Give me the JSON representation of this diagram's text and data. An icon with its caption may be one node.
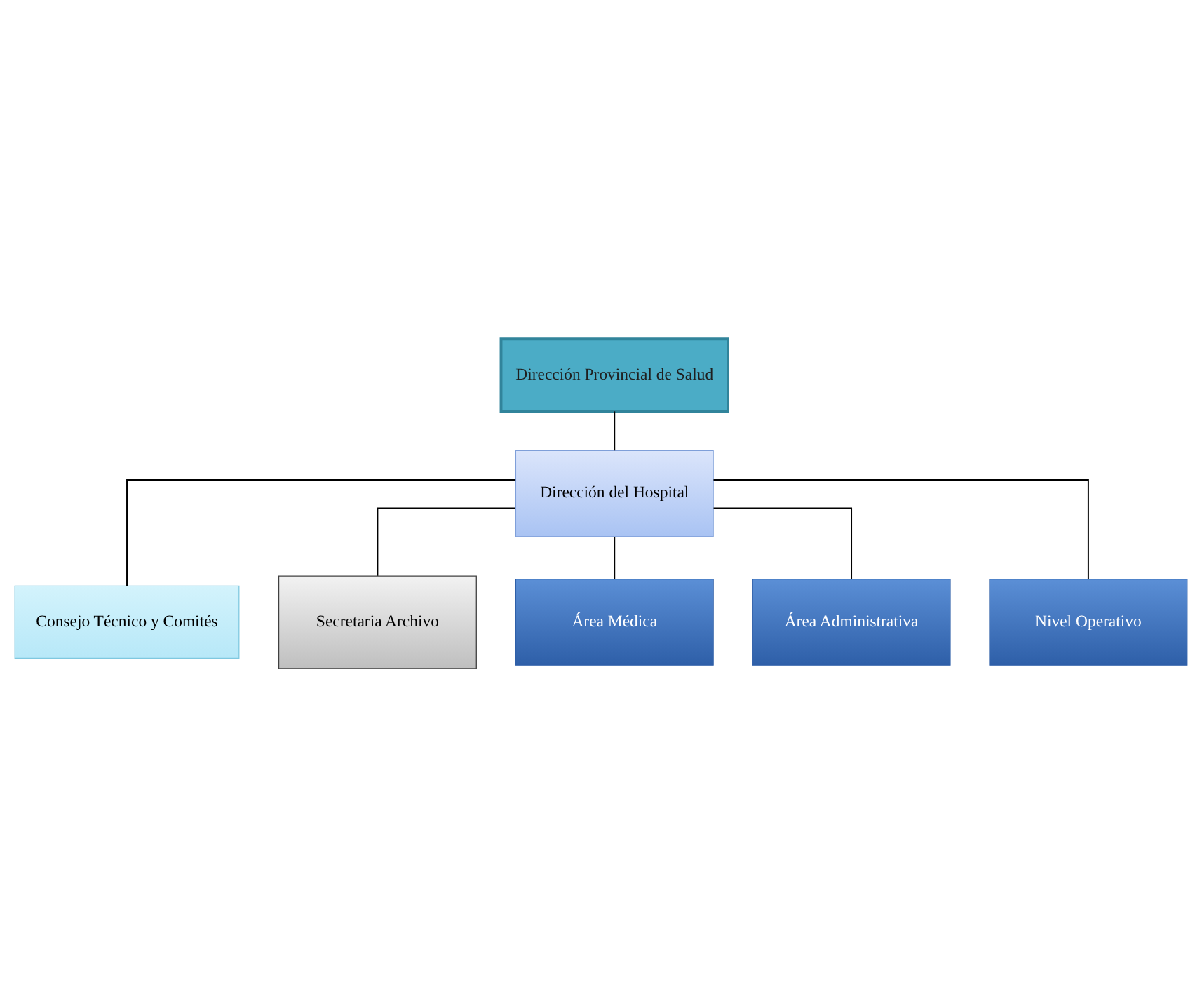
{
  "diagram": {
    "nodes": [
      {
        "text": [
          "Dirección Provincial de Salud"
        ]
      },
      {
        "text": [
          "Dirección del Hospital"
        ]
      },
      {
        "text": [
          "Consejo Técnico y Comités"
        ]
      },
      {
        "text": [
          "Secretaria Archivo"
        ]
      },
      {
        "text": [
          "Área Médica"
        ]
      },
      {
        "text": [
          "Área Administrativa"
        ]
      },
      {
        "text": [
          "Nivel Operativo"
        ]
      }
    ],
    "edges": [
      {
        "from": 0,
        "to": 1,
        "arrow": "none"
      },
      {
        "from": 1,
        "to": 2,
        "arrow": "none"
      },
      {
        "from": 1,
        "to": 3,
        "arrow": "none"
      },
      {
        "from": 1,
        "to": 4,
        "arrow": "none"
      },
      {
        "from": 1,
        "to": 5,
        "arrow": "none"
      },
      {
        "from": 1,
        "to": 6,
        "arrow": "none"
      }
    ]
  }
}
